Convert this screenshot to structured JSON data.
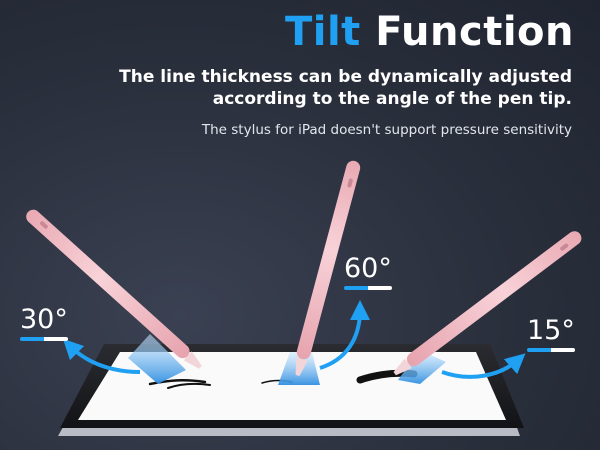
{
  "title": {
    "accent": "Tilt",
    "rest": " Function"
  },
  "subtitle": "The line thickness can be dynamically adjusted according to the angle of the pen tip.",
  "note": "The stylus for iPad doesn't support pressure sensitivity",
  "angles": [
    {
      "label": "30°",
      "fill": 0.5
    },
    {
      "label": "60°",
      "fill": 0.5
    },
    {
      "label": "15°",
      "fill": 0.5
    }
  ],
  "colors": {
    "accent": "#1fa0f2",
    "background": "#2b3140",
    "stylus": "#f4c6cd",
    "tablet_bezel": "#1c1e22",
    "screen": "#fafafa"
  },
  "icons": [
    "stylus-pencil",
    "tablet",
    "curved-arrow",
    "cone-light"
  ]
}
